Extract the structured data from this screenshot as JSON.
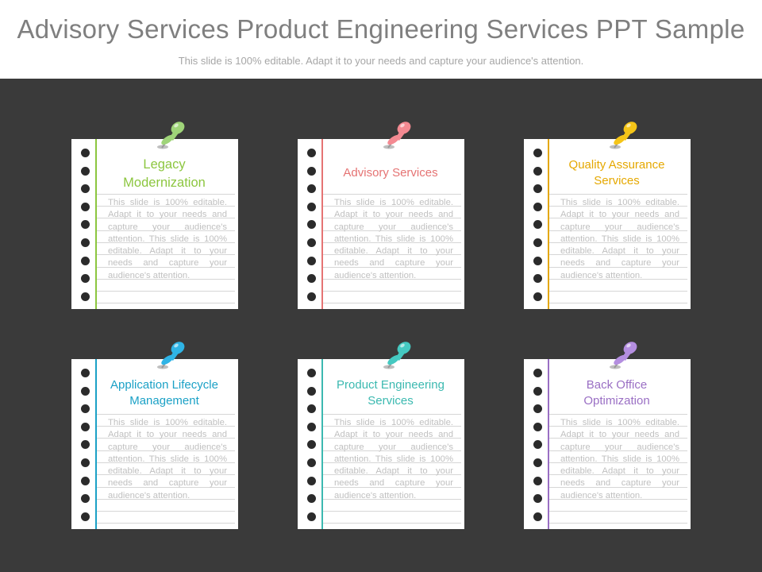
{
  "header": {
    "title": "Advisory Services Product Engineering Services PPT Sample",
    "subtitle": "This slide is 100% editable. Adapt it to your needs and capture your audience's attention."
  },
  "cards": [
    {
      "title_lines": [
        "Legacy",
        "Modernization"
      ],
      "color": "#8cc63f",
      "pin_color": "#9fd479",
      "body": "This slide is 100% editable. Adapt it to your needs and capture your audience's attention. This slide is 100% editable. Adapt it to your needs and capture your audience's attention."
    },
    {
      "title_lines": [
        "Advisory Services"
      ],
      "color": "#e57373",
      "pin_color": "#f48a92",
      "body": "This slide is 100% editable. Adapt it to your needs and capture your audience's attention. This slide is 100% editable. Adapt it to your needs and capture your audience's attention."
    },
    {
      "title_lines": [
        "Quality Assurance",
        "Services"
      ],
      "color": "#e5a800",
      "pin_color": "#f5c518",
      "body": "This slide is 100% editable. Adapt it to your needs and capture your audience's attention. This slide is 100% editable. Adapt it to your needs and capture your audience's attention."
    },
    {
      "title_lines": [
        "Application Lifecycle",
        "Management"
      ],
      "color": "#1ba1c6",
      "pin_color": "#2fb4e6",
      "body": "This slide is 100% editable. Adapt it to your needs and capture your audience's attention. This slide is 100% editable. Adapt it to your needs and capture your audience's attention."
    },
    {
      "title_lines": [
        "Product Engineering",
        "Services"
      ],
      "color": "#3bb9b0",
      "pin_color": "#45c9c1",
      "body": "This slide is 100% editable. Adapt it to your needs and capture your audience's attention. This slide is 100% editable. Adapt it to your needs and capture your audience's attention."
    },
    {
      "title_lines": [
        "Back Office",
        "Optimization"
      ],
      "color": "#9a6fc4",
      "pin_color": "#b48ee0",
      "body": "This slide is 100% editable. Adapt it to your needs and capture your audience's attention. This slide is 100% editable. Adapt it to your needs and capture your audience's attention."
    }
  ]
}
